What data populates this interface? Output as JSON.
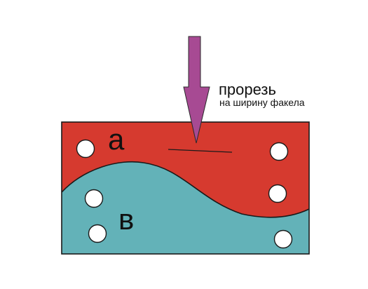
{
  "labels": {
    "cut_title": "прорезь",
    "cut_subtitle": "на ширину факела",
    "zone_a": "а",
    "zone_b": "в"
  },
  "colors": {
    "zone_a_fill": "#d63a2f",
    "zone_b_fill": "#63b2b8",
    "arrow_fill": "#a74a93",
    "outline": "#1a1a1a",
    "hole_fill": "#ffffff"
  }
}
